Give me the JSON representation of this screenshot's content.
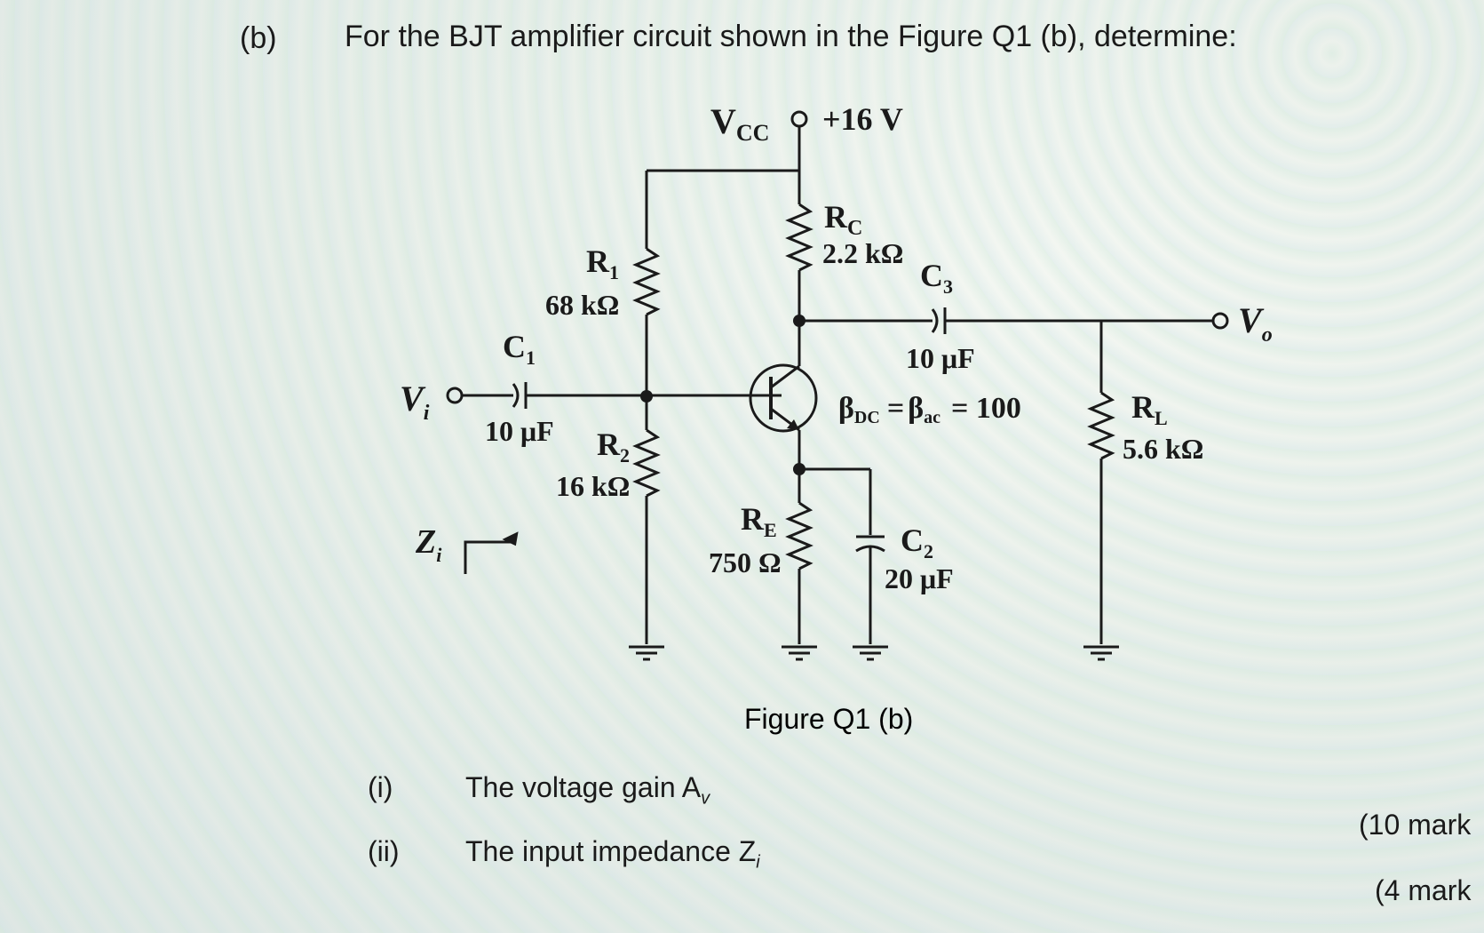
{
  "question": {
    "part": "(b)",
    "text": "For the BJT amplifier circuit shown in the Figure Q1 (b), determine:"
  },
  "circuit": {
    "vcc_symbol": "V",
    "vcc_sub": "CC",
    "vcc_value": "+16 V",
    "rc_symbol": "R",
    "rc_sub": "C",
    "rc_value": "2.2 kΩ",
    "r1_symbol": "R",
    "r1_sub": "1",
    "r1_value": "68 kΩ",
    "c1_symbol": "C",
    "c1_sub": "1",
    "c1_value": "10 μF",
    "c3_symbol": "C",
    "c3_sub": "3",
    "c3_value": "10 μF",
    "vi_symbol": "V",
    "vi_sub": "i",
    "vo_symbol": "V",
    "vo_sub": "o",
    "beta_dc": "β",
    "beta_dc_sub": "DC",
    "beta_eq": "=",
    "beta_ac": "β",
    "beta_ac_sub": "ac",
    "beta_value": "= 100",
    "r2_symbol": "R",
    "r2_sub": "2",
    "r2_value": "16 kΩ",
    "re_symbol": "R",
    "re_sub": "E",
    "re_value": "750 Ω",
    "c2_symbol": "C",
    "c2_sub": "2",
    "c2_value": "20 μF",
    "rl_symbol": "R",
    "rl_sub": "L",
    "rl_value": "5.6 kΩ",
    "zi_symbol": "Z",
    "zi_sub": "i",
    "caption": "Figure Q1 (b)"
  },
  "subquestions": [
    {
      "num": "(i)",
      "text": "The voltage gain A",
      "sub": "v",
      "marks": "(10 mark"
    },
    {
      "num": "(ii)",
      "text": "The input impedance Z",
      "sub": "i",
      "marks": "(4 mark"
    }
  ]
}
